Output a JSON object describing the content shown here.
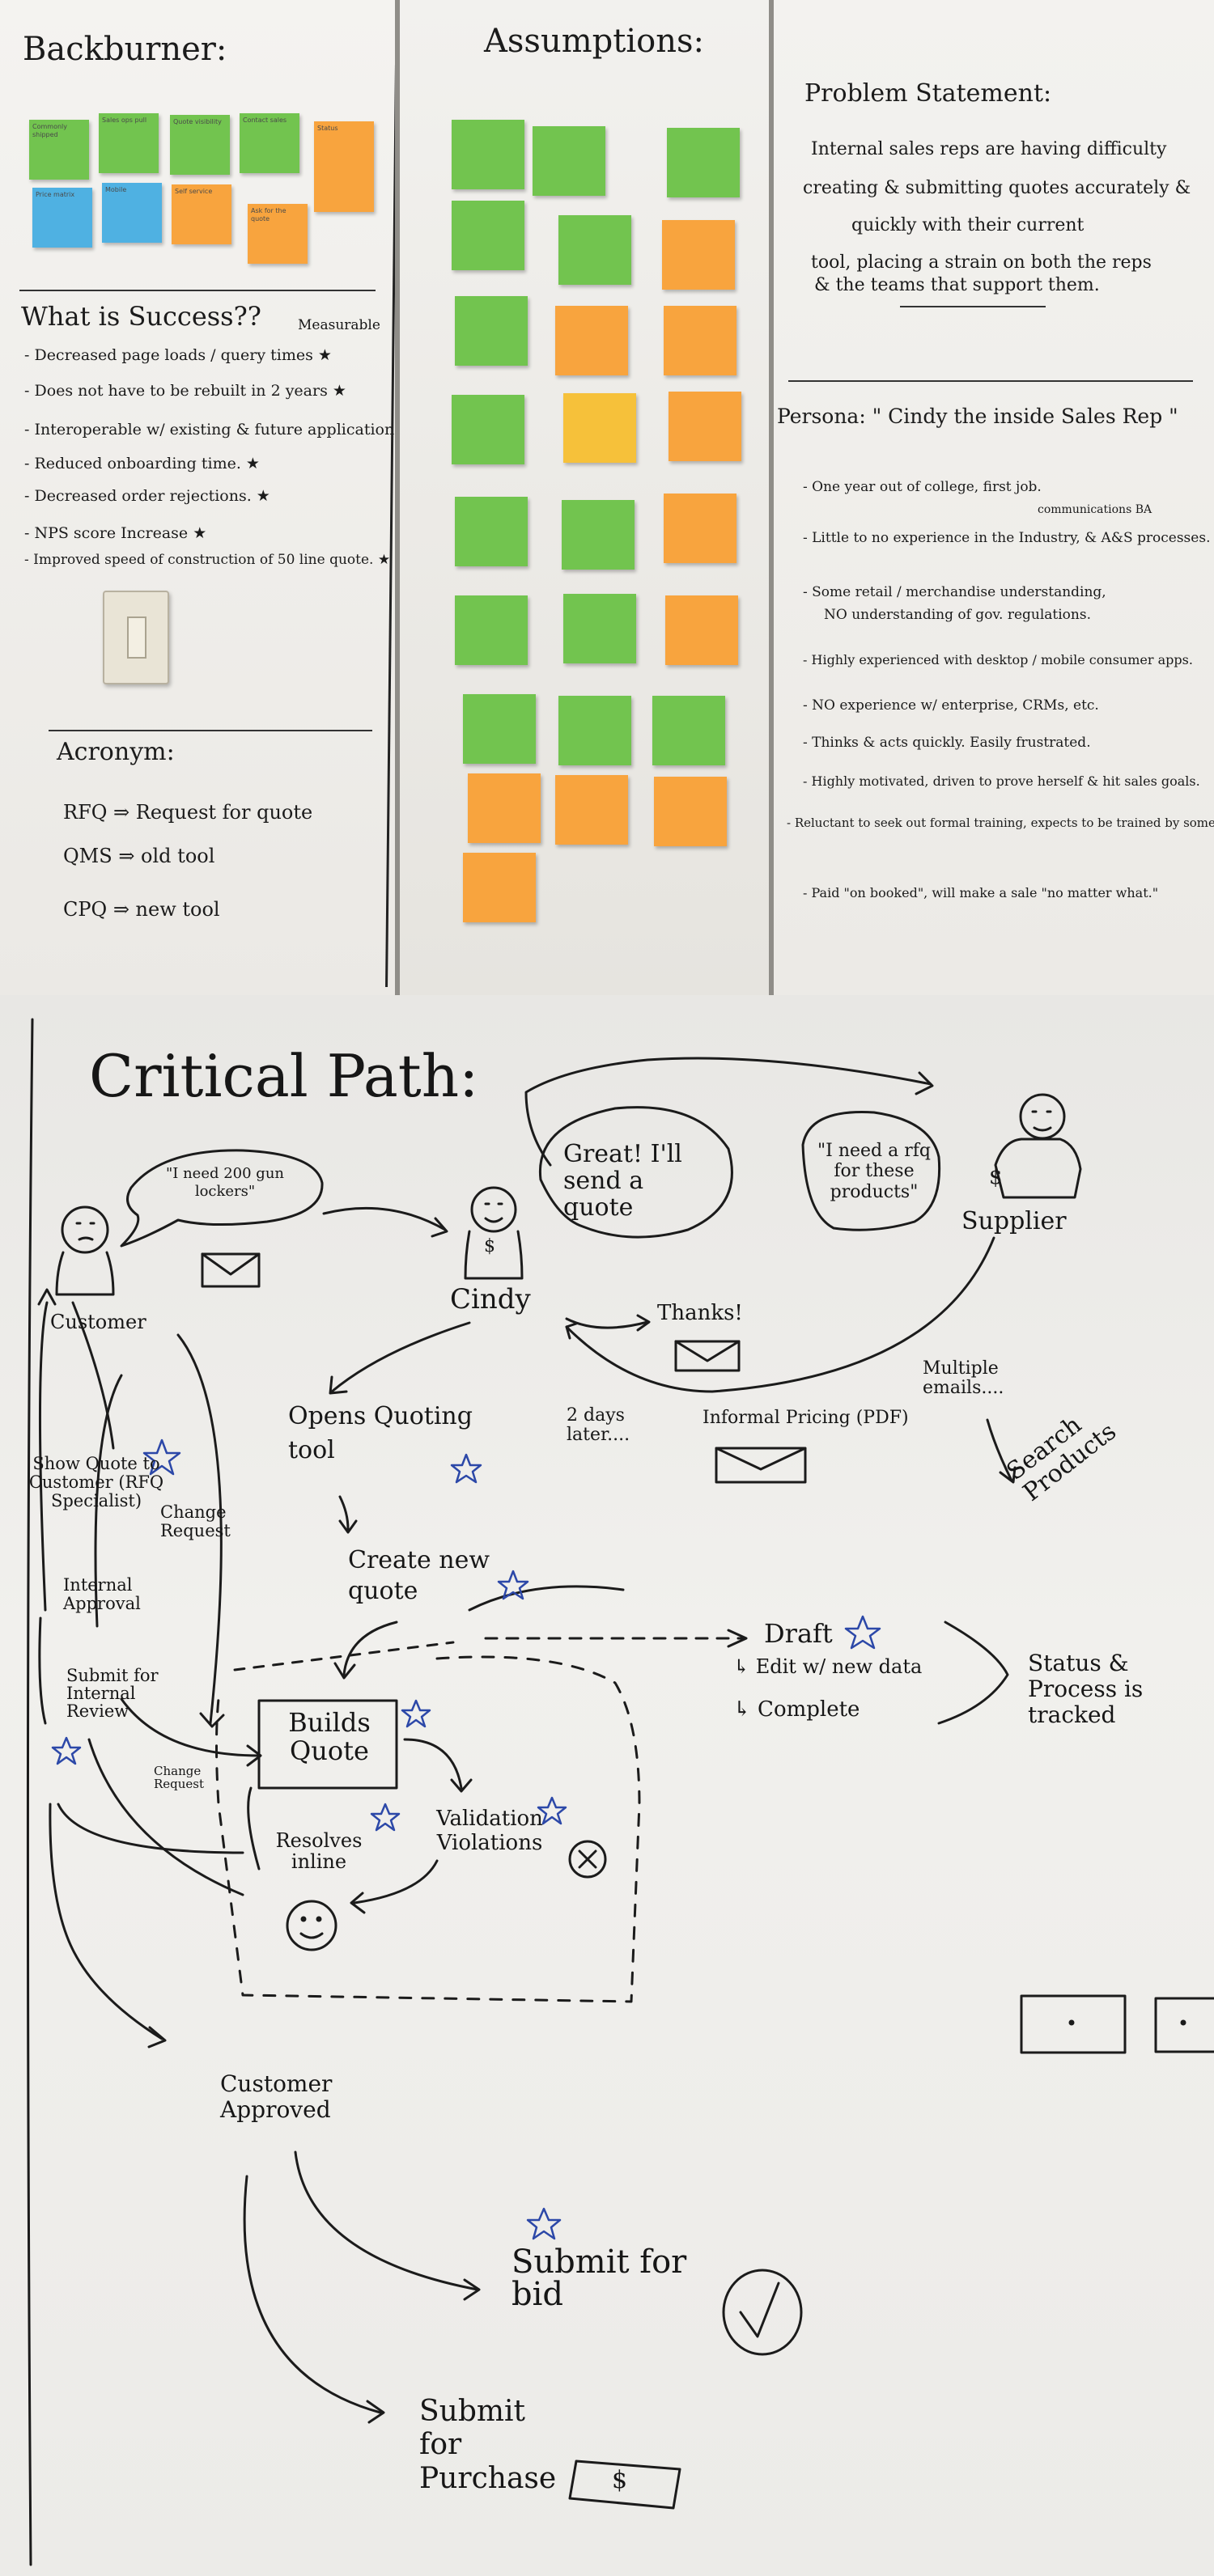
{
  "backburner": {
    "title": "Backburner:",
    "notes": [
      {
        "color": "#72c44f",
        "text": "Commonly shipped"
      },
      {
        "color": "#72c44f",
        "text": "Sales ops pull"
      },
      {
        "color": "#72c44f",
        "text": "Quote visibility"
      },
      {
        "color": "#72c44f",
        "text": "Contact sales"
      },
      {
        "color": "#f8a43e",
        "text": "Status"
      },
      {
        "color": "#4fb1e2",
        "text": "Price matrix"
      },
      {
        "color": "#4fb1e2",
        "text": "Mobile"
      },
      {
        "color": "#f8a43e",
        "text": "Self service"
      },
      {
        "color": "#f8a43e",
        "text": "Ask for the quote"
      }
    ]
  },
  "success": {
    "title": "What is Success??",
    "measurable": "Measurable",
    "items": [
      "- Decreased page loads / query times ★",
      "- Does not have to be rebuilt in 2 years ★",
      "- Interoperable w/ existing & future applications. ★",
      "- Reduced onboarding time. ★",
      "- Decreased order rejections. ★",
      "- NPS score Increase ★",
      "- Improved speed of construction of 50 line quote. ★"
    ]
  },
  "acronym": {
    "title": "Acronym:",
    "items": [
      "RFQ ⇒ Request for quote",
      "QMS ⇒ old tool",
      "CPQ ⇒ new tool"
    ]
  },
  "assumptions": {
    "title": "Assumptions:"
  },
  "problem": {
    "title": "Problem Statement:",
    "lines": [
      "Internal sales reps are having difficulty",
      "creating & submitting quotes accurately &",
      "quickly with their current",
      "tool, placing a strain on both the reps",
      "& the teams that support them."
    ]
  },
  "persona": {
    "title": "Persona: \" Cindy the inside Sales Rep \"",
    "items": [
      "- One year out of college, first job.",
      "communications BA",
      "- Little to no experience in the Industry, & A&S processes.",
      "- Some retail / merchandise understanding,",
      "NO understanding of gov. regulations.",
      "- Highly experienced with desktop / mobile consumer apps.",
      "- NO experience w/ enterprise, CRMs, etc.",
      "- Thinks & acts quickly. Easily frustrated.",
      "- Highly motivated, driven to prove herself & hit sales goals.",
      "- Reluctant to seek out formal training, expects to be trained by somebody else.",
      "- Paid \"on booked\", will make a sale \"no matter what.\""
    ]
  },
  "critical_path": {
    "title": "Critical Path:",
    "labels": {
      "customer": "Customer",
      "speech_customer": "\"I need 200 gun lockers\"",
      "cindy": "Cindy",
      "great": "Great! I'll send a quote",
      "rfq_speech": "\"I need a rfq for these products\"",
      "supplier": "Supplier",
      "thanks": "Thanks!",
      "multiple_emails": "Multiple emails....",
      "search_products": "Search Products",
      "two_days": "2 days later....",
      "informal_pricing": "Informal Pricing (PDF)",
      "opens_quoting_tool": "Opens Quoting tool",
      "create_new_quote": "Create new quote",
      "draft": "Draft",
      "edit_new_data": "↳ Edit w/ new data",
      "complete": "↳ Complete",
      "status_tracked": "Status & Process is tracked",
      "show_quote": "Show Quote to Customer (RFQ Specialist)",
      "change_request": "Change Request",
      "internal_approval": "Internal Approval",
      "submit_internal": "Submit for Internal Review",
      "change_request_2": "Change Request",
      "builds_quote": "Builds Quote",
      "validation": "Validation Violations",
      "resolves_inline": "Resolves inline",
      "customer_approved": "Customer Approved",
      "submit_bid": "Submit for bid",
      "submit_purchase": "Submit for Purchase"
    }
  }
}
